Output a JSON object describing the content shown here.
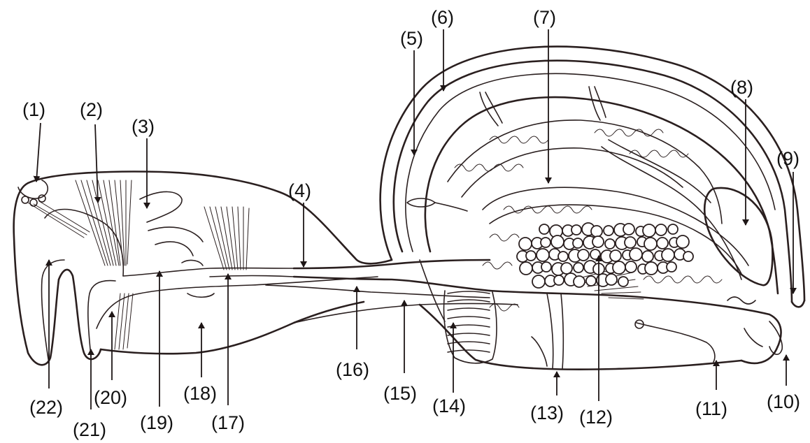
{
  "labels": [
    {
      "id": "1",
      "text": "(1)"
    },
    {
      "id": "2",
      "text": "(2)"
    },
    {
      "id": "3",
      "text": "(3)"
    },
    {
      "id": "4",
      "text": "(4)"
    },
    {
      "id": "5",
      "text": "(5)"
    },
    {
      "id": "6",
      "text": "(6)"
    },
    {
      "id": "7",
      "text": "(7)"
    },
    {
      "id": "8",
      "text": "(8)"
    },
    {
      "id": "9",
      "text": "(9)"
    },
    {
      "id": "10",
      "text": "(10)"
    },
    {
      "id": "11",
      "text": "(11)"
    },
    {
      "id": "12",
      "text": "(12)"
    },
    {
      "id": "13",
      "text": "(13)"
    },
    {
      "id": "14",
      "text": "(14)"
    },
    {
      "id": "15",
      "text": "(15)"
    },
    {
      "id": "16",
      "text": "(16)"
    },
    {
      "id": "17",
      "text": "(17)"
    },
    {
      "id": "18",
      "text": "(18)"
    },
    {
      "id": "19",
      "text": "(19)"
    },
    {
      "id": "20",
      "text": "(20)"
    },
    {
      "id": "21",
      "text": "(21)"
    },
    {
      "id": "22",
      "text": "(22)"
    }
  ]
}
